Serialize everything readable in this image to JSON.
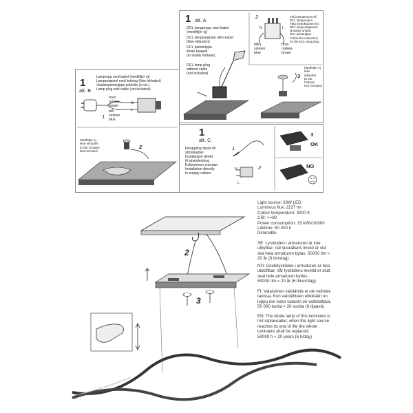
{
  "panel_a": {
    "step": "1",
    "alt": "alt. A",
    "labels": [
      "DCL lamppropp utan kabel\n(medföljer ej)",
      "DCL lampestøpsel uten kabel\n(ikke inkludert)",
      "DCL  pistotulppa\nilman kaapeli\n(ei sisälly hintaan)",
      "DCL lamp plug\nwithout cable\n(not included)"
    ],
    "step2": "2",
    "wire_blue": "blå\nsininen\nblue",
    "wire_brown": "brun\nruskea\nbrown",
    "n_label": "N",
    "l_label": "L",
    "instructions": "Följ instruktionen till\nDCL lamppropen\nFølg instruksjonen for\nDCL lampestøpselen\nNoudata ohjeita\nDCL pistotulppa\nFollow the instruction\nfor the DCL lamp plug",
    "step3": "3",
    "included": "Medföljer ej\nIkke inkludert\nEi sis. hintaan\nNot included"
  },
  "panel_b": {
    "step": "1",
    "alt": "alt.  B",
    "labels": "Lampropp med kabel (medföljer ej)\nLampestøpsel med ledning (ikke inkludert)\nValaisinpistotulppa johdolla (ei sis.)\nLamp plug with cable (not included)",
    "wire_brown": "brun\nruskea\nbrown",
    "wire_blue": "blå\nsininen\nblue",
    "n_label": "N",
    "l_label": "L",
    "step1b": "1",
    "step2": "2",
    "included": "Medföljer ej\nIkke inkludert\nEi sis. hintaan\nNot included"
  },
  "panel_c": {
    "step": "1",
    "alt": "alt. C",
    "labels": "Inkoppling direkt till\nströmkabler\nInstallasjon direkt\ntil strømledning\nKytkeminen suoraan\nInstallation directly\nto supply cables",
    "step1b": "1",
    "step2": "2",
    "step3": "3",
    "ok": "OK",
    "no": "NO",
    "n_label": "N",
    "l_label": "L"
  },
  "specs": {
    "lines": "Light source:  33W LED\nLuminous flux: 2227 lm\nColour temperature: 3000 K\nCRI: >=80\nPower consumption: 33 kWh/1000h\nLifetime: 50 000 h\nDimmable",
    "se": "SE: Lysdioden i armaturen är inte\nutbytbar, när ljuskällans livstid är slut\nska hela armaturen bytas. 50000 tim ≈\n20 år (6 tim/dag)",
    "no": "NO: Diodelyskilden i armaturen er ikke\nutskiftbar, når lyskildens levetid er slutt\nskal hele armaturen byttes.\n50000 tim ≈ 20 år (6 timer/dag)",
    "fi": "FI: Valaisimen valolähde ei ole vaihdet-\ntavissa. Kun valolähteen elinikään on\nloppu niin koko valaisin on vaihdettava.\n50 000 tuntia ≈ 20 vuotta (6 tijaavä)",
    "en": "EN: The diode lamp of this luminaire is\nnot replaceable; when the light source\nreaches its end of life the whole\nluminaire shall be replaced.\n50000 h ≈ 20 years (6 h/day)"
  },
  "bottom": {
    "step2": "2",
    "step3": "3"
  }
}
